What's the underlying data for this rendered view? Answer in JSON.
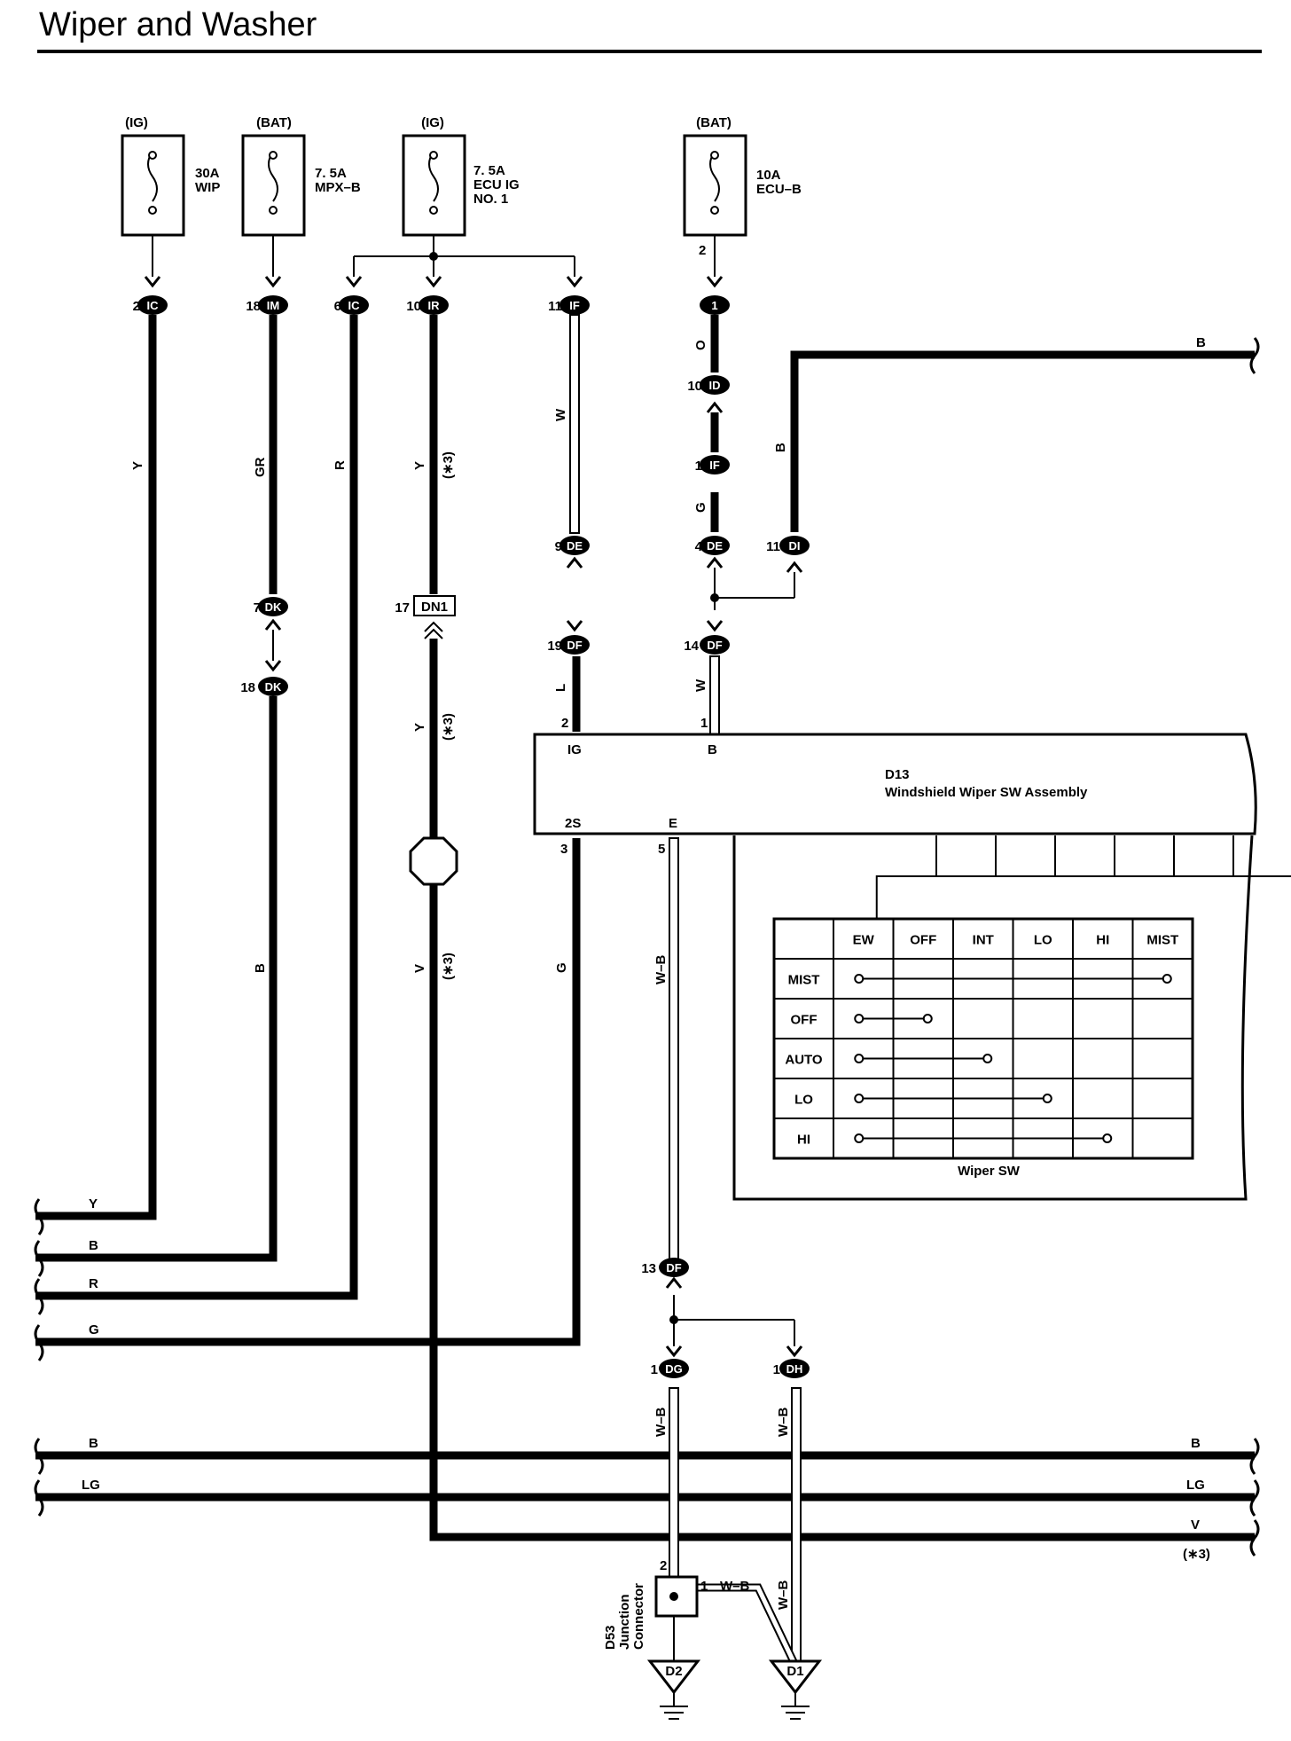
{
  "page": {
    "title": "Wiper and Washer"
  },
  "fuses": [
    {
      "source": "(IG)",
      "lines": [
        "30A",
        "WIP"
      ]
    },
    {
      "source": "(BAT)",
      "lines": [
        "7. 5A",
        "MPX–B"
      ]
    },
    {
      "source": "(IG)",
      "lines": [
        "7. 5A",
        "ECU IG",
        "NO. 1"
      ]
    },
    {
      "source": "(BAT)",
      "lines": [
        "10A",
        "ECU–B"
      ]
    }
  ],
  "fuse_pin_ecub": "2",
  "connectors": {
    "c1": {
      "pin": "2",
      "id": "IC"
    },
    "c2": {
      "pin": "18",
      "id": "IM"
    },
    "c3": {
      "pin": "6",
      "id": "IC"
    },
    "c4": {
      "pin": "10",
      "id": "IR"
    },
    "c5": {
      "pin": "11",
      "id": "IF"
    },
    "c6": {
      "pin": "",
      "id": "1"
    },
    "c7": {
      "pin": "10",
      "id": "ID"
    },
    "c8": {
      "pin": "1",
      "id": "IF"
    },
    "c9": {
      "pin": "9",
      "id": "DE"
    },
    "c10": {
      "pin": "4",
      "id": "DE"
    },
    "c11": {
      "pin": "11",
      "id": "DI"
    },
    "c12": {
      "pin": "7",
      "id": "DK"
    },
    "c13": {
      "pin": "18",
      "id": "DK"
    },
    "c14": {
      "pin": "19",
      "id": "DF"
    },
    "c15": {
      "pin": "14",
      "id": "DF"
    },
    "c16": {
      "pin": "13",
      "id": "DF"
    },
    "c17": {
      "pin": "1",
      "id": "DG"
    },
    "c18": {
      "pin": "1",
      "id": "DH"
    }
  },
  "dn1": {
    "pin": "17",
    "id": "DN1"
  },
  "wire_colors": {
    "w_y1": "Y",
    "w_gr": "GR",
    "w_r": "R",
    "w_y2": "Y",
    "w_y2_note": "(∗3)",
    "w_w1": "W",
    "w_o": "O",
    "w_g1": "G",
    "w_b1": "B",
    "w_y3": "Y",
    "w_y3_note": "(∗3)",
    "w_l": "L",
    "w_w2": "W",
    "w_b2": "B",
    "w_v": "V",
    "w_v_note": "(∗3)",
    "w_g2": "G",
    "w_wb1": "W–B",
    "w_wb2": "W–B",
    "w_wb3": "W–B",
    "w_wb4": "W–B",
    "w_wb5": "W–B"
  },
  "edge_labels": {
    "b_top_right": "B",
    "left_y": "Y",
    "left_b": "B",
    "left_r": "R",
    "left_g": "G",
    "bus_b_left": "B",
    "bus_b_right": "B",
    "bus_lg_left": "LG",
    "bus_lg_right": "LG",
    "bus_v_right": "V",
    "bus_v_note": "(∗3)"
  },
  "switch_assembly": {
    "code": "D13",
    "name": "Windshield Wiper SW Assembly",
    "pin_ig": "2",
    "term_ig": "IG",
    "pin_b": "1",
    "term_b": "B",
    "pin_2s": "3",
    "term_2s": "2S",
    "pin_e": "5",
    "term_e": "E"
  },
  "wiper_sw": {
    "caption": "Wiper SW",
    "columns": [
      "EW",
      "OFF",
      "INT",
      "LO",
      "HI",
      "MIST"
    ],
    "rows": [
      {
        "label": "MIST",
        "from_col": 0,
        "to_col": 5
      },
      {
        "label": "OFF",
        "from_col": 0,
        "to_col": 1
      },
      {
        "label": "AUTO",
        "from_col": 0,
        "to_col": 2
      },
      {
        "label": "LO",
        "from_col": 0,
        "to_col": 3
      },
      {
        "label": "HI",
        "from_col": 0,
        "to_col": 4
      }
    ]
  },
  "junction": {
    "lines": [
      "D53",
      "Junction",
      "Connector"
    ],
    "pin_top": "2",
    "pin_side": "1"
  },
  "grounds": [
    "D2",
    "D1"
  ],
  "colors": {
    "ink": "#000000",
    "paper": "#ffffff"
  }
}
